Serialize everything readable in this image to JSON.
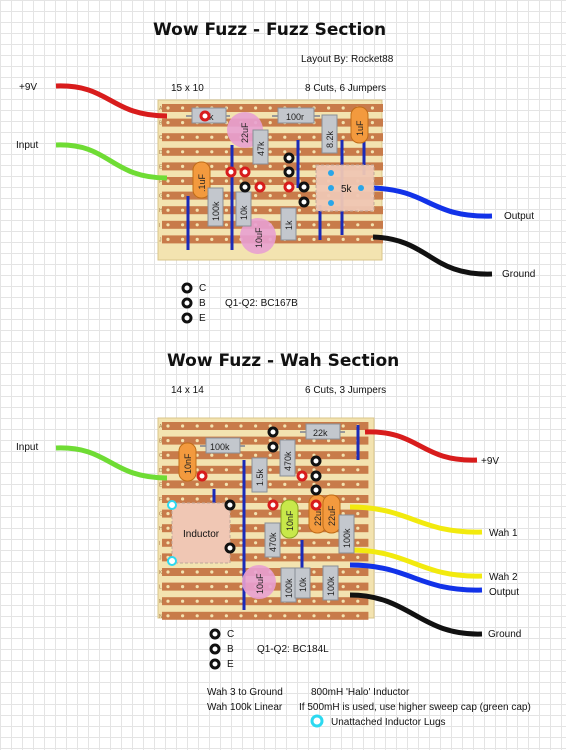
{
  "fuzz": {
    "title": "Wow Fuzz - Fuzz Section",
    "layout_by": "Layout By: Rocket88",
    "size": "15 x 10",
    "cuts": "8 Cuts, 6 Jumpers",
    "label_9v": "+9V",
    "label_input": "Input",
    "label_output": "Output",
    "label_ground": "Ground",
    "pin_c": "C",
    "pin_b": "B",
    "pin_e": "E",
    "transistors": "Q1-Q2: BC167B",
    "components": {
      "r1k_top": "1k",
      "r100r": "100r",
      "c22uf": "22uF",
      "r47k": "47k",
      "r82k": "8.2k",
      "c1uf_right": "1uF",
      "c1uf_left": ".1uF",
      "r100k": "100k",
      "r10k": "10k",
      "r1k_bottom": "1k",
      "c10uf": "10uF",
      "pot5k": "5k"
    }
  },
  "wah": {
    "title": "Wow Fuzz - Wah Section",
    "size": "14 x 14",
    "cuts": "6 Cuts, 3 Jumpers",
    "label_input": "Input",
    "label_9v": "+9V",
    "label_wah1": "Wah 1",
    "label_wah2": "Wah 2",
    "label_output": "Output",
    "label_ground": "Ground",
    "pin_c": "C",
    "pin_b": "B",
    "pin_e": "E",
    "transistors": "Q1-Q2: BC184L",
    "notes": {
      "wah3": "Wah 3 to Ground",
      "wah_pot": "Wah 100k Linear",
      "inductor": "800mH 'Halo' Inductor",
      "sweep": "If 500mH is used, use higher sweep cap (green cap)",
      "lugs": "Unattached Inductor Lugs"
    },
    "components": {
      "r100k_top": "100k",
      "r22k": "22k",
      "c10nf_left": "10nF",
      "r15k": "1.5k",
      "r470k_top": "470k",
      "inductor": "Inductor",
      "c10nf_green": "10nF",
      "c22uf_a": "22uF",
      "c22uf_b": "22uF",
      "r100k_right": "100k",
      "r470k_mid": "470k",
      "c10uf": "10uF",
      "r100k_b1": "100k",
      "r10k": "10k",
      "r100k_b2": "100k"
    }
  }
}
